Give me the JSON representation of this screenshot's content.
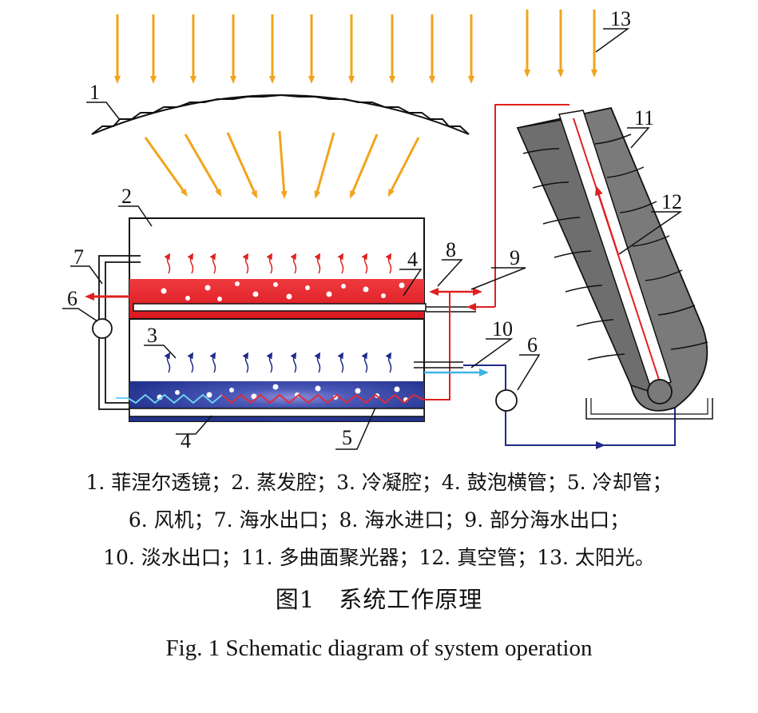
{
  "labels": {
    "l1": "1",
    "l2": "2",
    "l3": "3",
    "l4a": "4",
    "l4b": "4",
    "l5": "5",
    "l6a": "6",
    "l6b": "6",
    "l7": "7",
    "l8": "8",
    "l9": "9",
    "l10": "10",
    "l11": "11",
    "l12": "12",
    "l13": "13"
  },
  "legend": [
    "1. 菲涅尔透镜；2. 蒸发腔；3. 冷凝腔；4. 鼓泡横管；5. 冷却管；",
    "6. 风机；7. 海水出口；8. 海水进口；9. 部分海水出口；",
    "10. 淡水出口；11. 多曲面聚光器；12. 真空管；13. 太阳光。"
  ],
  "caption_cn": "图1　系统工作原理",
  "caption_en": "Fig. 1    Schematic diagram of system operation",
  "colors": {
    "sun": "#f2a41c",
    "hot_water": "#e8262f",
    "cold_water": "#2a3d94",
    "fresh_water": "#3cb4e6",
    "flow_red": "#e02020",
    "flow_blue": "#1f2a8a",
    "collector": "#7a7a7a"
  }
}
